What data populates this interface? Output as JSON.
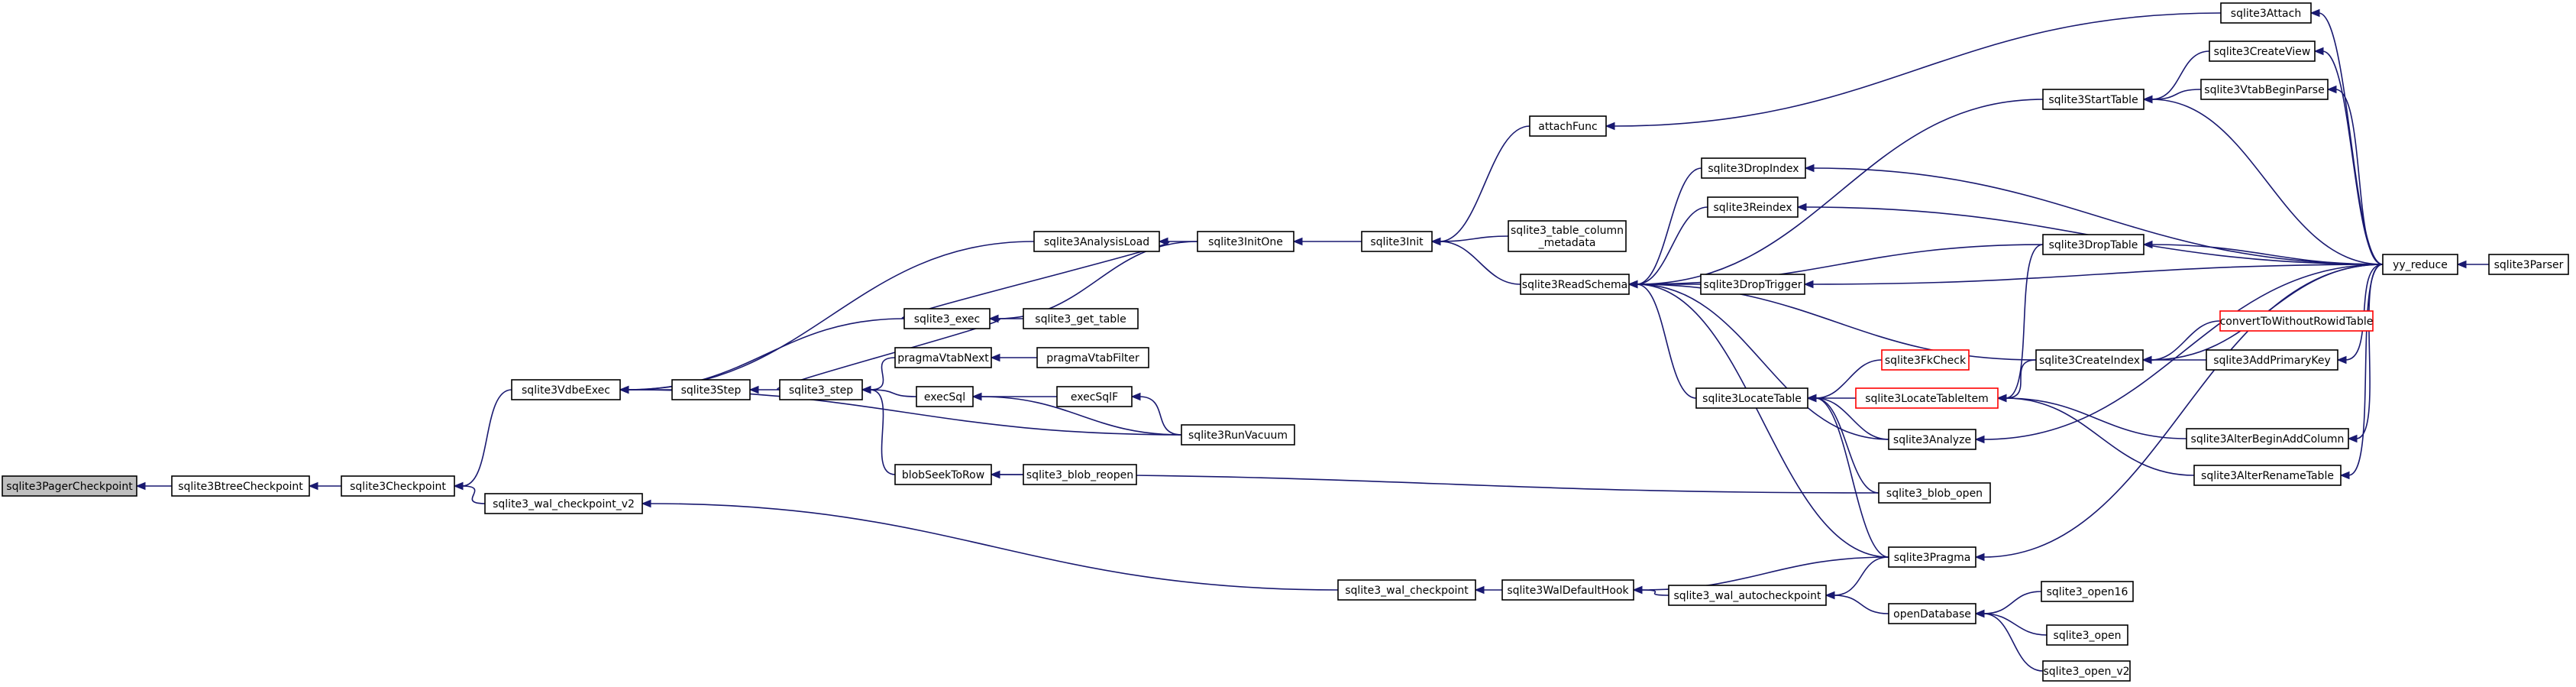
{
  "colors": {
    "edge": "#191970",
    "root_fill": "#bfbfbf",
    "truncated_border": "#ff0000",
    "border": "#000000"
  },
  "nodes": [
    {
      "id": "n0",
      "label": "sqlite3PagerCheckpoint",
      "root": true
    },
    {
      "id": "n1",
      "label": "sqlite3BtreeCheckpoint"
    },
    {
      "id": "n2",
      "label": "sqlite3Checkpoint"
    },
    {
      "id": "n3",
      "label": "sqlite3VdbeExec"
    },
    {
      "id": "n4",
      "label": "sqlite3_wal_checkpoint_v2"
    },
    {
      "id": "n5",
      "label": "sqlite3AnalysisLoad"
    },
    {
      "id": "n6",
      "label": "sqlite3_exec"
    },
    {
      "id": "n7",
      "label": "sqlite3Step"
    },
    {
      "id": "n8",
      "label": "sqlite3_step"
    },
    {
      "id": "n9",
      "label": "pragmaVtabNext"
    },
    {
      "id": "n10",
      "label": "execSql"
    },
    {
      "id": "n11",
      "label": "blobSeekToRow"
    },
    {
      "id": "n12",
      "label": "sqlite3InitOne"
    },
    {
      "id": "n13",
      "label": "sqlite3_get_table"
    },
    {
      "id": "n14",
      "label": "pragmaVtabFilter"
    },
    {
      "id": "n15",
      "label": "execSqlF"
    },
    {
      "id": "n16",
      "label": "sqlite3RunVacuum"
    },
    {
      "id": "n17",
      "label": "sqlite3_blob_reopen"
    },
    {
      "id": "n18",
      "label": "sqlite3Init"
    },
    {
      "id": "n19",
      "label": "attachFunc"
    },
    {
      "id": "n20",
      "label": "sqlite3_table_column\n_metadata"
    },
    {
      "id": "n21",
      "label": "sqlite3ReadSchema"
    },
    {
      "id": "n22",
      "label": "sqlite3_wal_checkpoint"
    },
    {
      "id": "n23",
      "label": "sqlite3WalDefaultHook"
    },
    {
      "id": "n24",
      "label": "sqlite3DropIndex"
    },
    {
      "id": "n25",
      "label": "sqlite3Reindex"
    },
    {
      "id": "n26",
      "label": "sqlite3DropTrigger"
    },
    {
      "id": "n27",
      "label": "sqlite3LocateTable"
    },
    {
      "id": "n28",
      "label": "sqlite3_wal_autocheckpoint"
    },
    {
      "id": "n29",
      "label": "sqlite3Attach"
    },
    {
      "id": "n30",
      "label": "sqlite3StartTable"
    },
    {
      "id": "n31",
      "label": "sqlite3CreateView"
    },
    {
      "id": "n32",
      "label": "sqlite3VtabBeginParse"
    },
    {
      "id": "n33",
      "label": "sqlite3DropTable"
    },
    {
      "id": "n34",
      "label": "sqlite3FkCheck",
      "truncated": true
    },
    {
      "id": "n35",
      "label": "sqlite3LocateTableItem",
      "truncated": true
    },
    {
      "id": "n36",
      "label": "sqlite3CreateIndex"
    },
    {
      "id": "n37",
      "label": "sqlite3Analyze"
    },
    {
      "id": "n38",
      "label": "sqlite3_blob_open"
    },
    {
      "id": "n39",
      "label": "sqlite3Pragma"
    },
    {
      "id": "n40",
      "label": "openDatabase"
    },
    {
      "id": "n41",
      "label": "convertToWithoutRowidTable",
      "truncated": true
    },
    {
      "id": "n42",
      "label": "sqlite3AddPrimaryKey"
    },
    {
      "id": "n43",
      "label": "sqlite3AlterBeginAddColumn"
    },
    {
      "id": "n44",
      "label": "sqlite3AlterRenameTable"
    },
    {
      "id": "n45",
      "label": "sqlite3_open16"
    },
    {
      "id": "n46",
      "label": "sqlite3_open"
    },
    {
      "id": "n47",
      "label": "sqlite3_open_v2"
    },
    {
      "id": "n48",
      "label": "yy_reduce"
    },
    {
      "id": "n49",
      "label": "sqlite3Parser"
    }
  ],
  "edges": [
    [
      "n1",
      "n0"
    ],
    [
      "n2",
      "n1"
    ],
    [
      "n3",
      "n2"
    ],
    [
      "n4",
      "n2"
    ],
    [
      "n22",
      "n4"
    ],
    [
      "n5",
      "n3"
    ],
    [
      "n6",
      "n3"
    ],
    [
      "n7",
      "n3"
    ],
    [
      "n16",
      "n3"
    ],
    [
      "n12",
      "n5"
    ],
    [
      "n6",
      "n5"
    ],
    [
      "n12",
      "n6"
    ],
    [
      "n8",
      "n6"
    ],
    [
      "n13",
      "n6"
    ],
    [
      "n8",
      "n7"
    ],
    [
      "n9",
      "n8"
    ],
    [
      "n10",
      "n8"
    ],
    [
      "n11",
      "n8"
    ],
    [
      "n14",
      "n9"
    ],
    [
      "n15",
      "n10"
    ],
    [
      "n16",
      "n10"
    ],
    [
      "n17",
      "n11"
    ],
    [
      "n38",
      "n11"
    ],
    [
      "n18",
      "n12"
    ],
    [
      "n16",
      "n15"
    ],
    [
      "n19",
      "n18"
    ],
    [
      "n20",
      "n18"
    ],
    [
      "n21",
      "n18"
    ],
    [
      "n29",
      "n19"
    ],
    [
      "n30",
      "n21"
    ],
    [
      "n24",
      "n21"
    ],
    [
      "n25",
      "n21"
    ],
    [
      "n33",
      "n21"
    ],
    [
      "n26",
      "n21"
    ],
    [
      "n36",
      "n21"
    ],
    [
      "n27",
      "n21"
    ],
    [
      "n37",
      "n21"
    ],
    [
      "n39",
      "n21"
    ],
    [
      "n23",
      "n22"
    ],
    [
      "n39",
      "n23"
    ],
    [
      "n28",
      "n23"
    ],
    [
      "n48",
      "n24"
    ],
    [
      "n48",
      "n25"
    ],
    [
      "n48",
      "n26"
    ],
    [
      "n34",
      "n27"
    ],
    [
      "n35",
      "n27"
    ],
    [
      "n37",
      "n27"
    ],
    [
      "n38",
      "n27"
    ],
    [
      "n39",
      "n27"
    ],
    [
      "n39",
      "n28"
    ],
    [
      "n40",
      "n28"
    ],
    [
      "n48",
      "n29"
    ],
    [
      "n31",
      "n30"
    ],
    [
      "n32",
      "n30"
    ],
    [
      "n48",
      "n30"
    ],
    [
      "n48",
      "n31"
    ],
    [
      "n48",
      "n32"
    ],
    [
      "n48",
      "n33"
    ],
    [
      "n33",
      "n35"
    ],
    [
      "n36",
      "n35"
    ],
    [
      "n43",
      "n35"
    ],
    [
      "n44",
      "n35"
    ],
    [
      "n41",
      "n36"
    ],
    [
      "n42",
      "n36"
    ],
    [
      "n48",
      "n36"
    ],
    [
      "n48",
      "n37"
    ],
    [
      "n48",
      "n39"
    ],
    [
      "n45",
      "n40"
    ],
    [
      "n46",
      "n40"
    ],
    [
      "n47",
      "n40"
    ],
    [
      "n48",
      "n42"
    ],
    [
      "n48",
      "n43"
    ],
    [
      "n48",
      "n44"
    ],
    [
      "n49",
      "n48"
    ]
  ]
}
